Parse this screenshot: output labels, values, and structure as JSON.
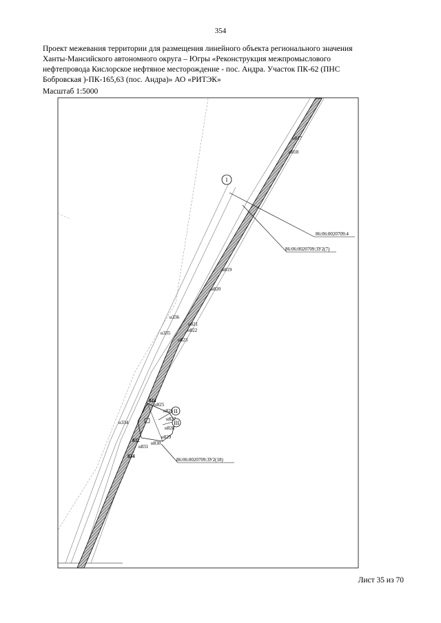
{
  "page_number": "354",
  "title_lines": [
    "Проект межевания  территории для размещения линейного объекта регионального значения",
    "Ханты-Мансийского автономного округа – Югры  «Реконструкция межпромыслового",
    "нефтепровода Кислорское нефтяное месторождение - пос. Андра. Участок ПК-62 (ПНС",
    "Бобровская )-ПК-165,63 (пос. Андра)» АО «РИТЭК»"
  ],
  "scale": "Масштаб 1:5000",
  "sheet": "Лист 35 из 70",
  "map": {
    "points": {
      "n817": "н817",
      "n818": "н818",
      "n819": "н819",
      "n820": "н820",
      "n821": "н821",
      "n822": "н822",
      "n823": "н823",
      "n335": "н335",
      "n336": "н336",
      "n334": "н334",
      "p824": "824",
      "n825": "н825",
      "n826": "н826",
      "n827": "н827",
      "n828": "н828",
      "n829": "н829",
      "n830": "н830",
      "n831": "н831",
      "p832": "832",
      "p834": "834"
    },
    "parcels": {
      "parcel_a": "86:06:0020709:4",
      "parcel_b": "86:06:0020709:ЗУ2(7)",
      "parcel_c": "86:06:0020709:ЗУ2(18)"
    },
    "markers": {
      "m1": "I",
      "m2": "II",
      "m3": "III"
    }
  }
}
